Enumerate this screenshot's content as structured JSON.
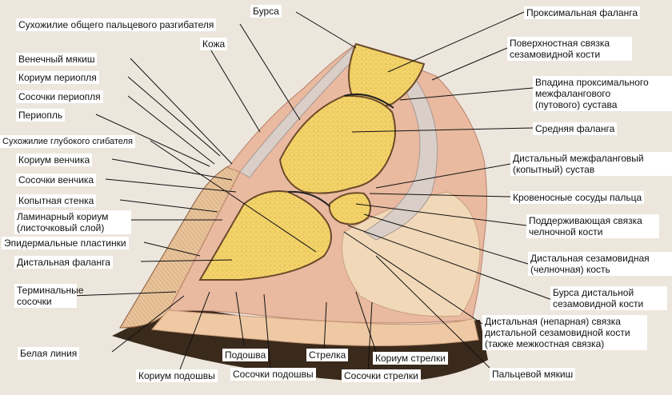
{
  "labels": {
    "flexor_ext": "Сухожилие общего пальцевого разгибателя",
    "bursa": "Бурса",
    "skin": "Кожа",
    "prox_phalanx": "Проксимальная фаланга",
    "sesamoid_lig_1": "Поверхностная связка",
    "sesamoid_lig_2": "сезамовидной кости",
    "pip_recess_1": "Впадина проксимального",
    "pip_recess_2": "межфалангового",
    "pip_recess_3": "(путового) сустава",
    "middle_phalanx": "Средняя фаланга",
    "dip_joint_1": "Дистальный межфаланговый",
    "dip_joint_2": "(копытный) сустав",
    "blood_vessels": "Кровеносные сосуды пальца",
    "susp_lig_1": "Поддерживающая связка",
    "susp_lig_2": "челночной кости",
    "dist_sesamoid_1": "Дистальная сезамовидная",
    "dist_sesamoid_2": "(челночная) кость",
    "bursa_dist_1": "Бурса дистальной",
    "bursa_dist_2": "сезамовидной кости",
    "impar_lig_1": "Дистальная (непарная) связка",
    "impar_lig_2": "дистальной сезамовидной кости",
    "impar_lig_3": "(также межкостная связка)",
    "digital_cushion": "Пальцевой мякиш",
    "coronary_cushion": "Венечный мякиш",
    "corium_periople": "Кориум периопля",
    "papillae_periople": "Сосочки периопля",
    "periople": "Периопль",
    "deep_flexor": "Сухожилие глубокого сгибателя",
    "corium_coronary": "Кориум венчика",
    "papillae_coronary": "Сосочки венчика",
    "hoof_wall": "Копытная стенка",
    "laminar_corium_1": "Ламинарный кориум",
    "laminar_corium_2": "(листочковый слой)",
    "epidermal_laminae": "Эпидермальные пластинки",
    "distal_phalanx": "Дистальная фаланга",
    "terminal_papillae_1": "Терминальные",
    "terminal_papillae_2": "сосочки",
    "white_line": "Белая линия",
    "sole_corium": "Кориум подошвы",
    "sole": "Подошва",
    "sole_papillae": "Сосочки подошвы",
    "frog": "Стрелка",
    "frog_corium": "Кориум стрелки",
    "frog_papillae": "Сосочки стрелки"
  },
  "colors": {
    "background": "#ece6dd",
    "bone": "#f2d36a",
    "bone_dense": "#e8b64a",
    "soft_tissue": "#e9b9a0",
    "tendon": "#d9cfc8",
    "hoof_horn": "#e7b48c",
    "hoof_dark": "#3a2a1c",
    "leader_line": "#111111"
  }
}
